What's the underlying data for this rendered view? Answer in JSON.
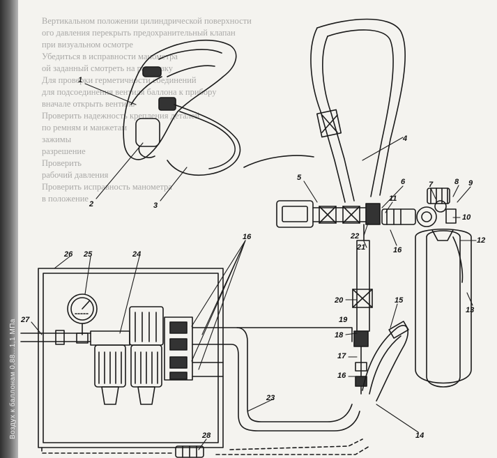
{
  "figure": {
    "side_caption": "Воздух к баллонам 0,88...1,1 МПа",
    "callouts": [
      "1",
      "2",
      "3",
      "4",
      "5",
      "6",
      "7",
      "8",
      "9",
      "10",
      "11",
      "12",
      "13",
      "14",
      "15",
      "16",
      "17",
      "18",
      "19",
      "20",
      "21",
      "22",
      "23",
      "24",
      "25",
      "26",
      "27",
      "28"
    ],
    "background_text": [
      "Вертикальном положении цилиндрической поверхности",
      "ого давления перекрыть предохранительный клапан",
      "при визуальном осмотре",
      "Убедиться в исправности манометра",
      "ой заданный смотреть на разгрузку",
      "Для проверки герметичности соединений",
      "для подсоединения вентиля баллона к прибору",
      "вначале открыть вентиль",
      "Проверить надежность крепления деталей",
      "по ремням и манжетам",
      "зажимы",
      "",
      "",
      "",
      "разрешение",
      "",
      "Проверить",
      "рабочий давления",
      "Проверить исправность манометра",
      "",
      "",
      "",
      "",
      "в положение"
    ]
  }
}
